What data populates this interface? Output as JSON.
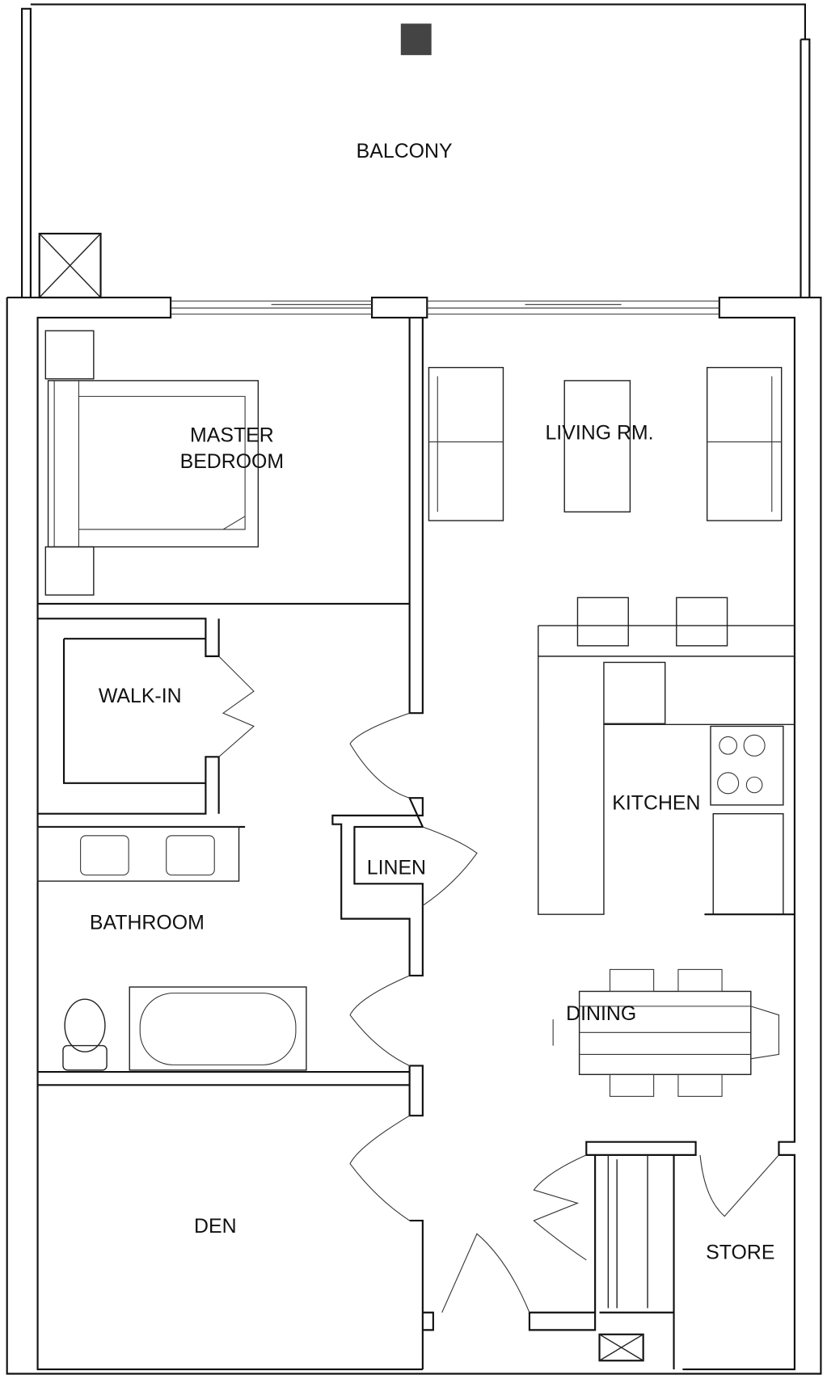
{
  "rooms": {
    "balcony": "BALCONY",
    "master_bedroom_line1": "MASTER",
    "master_bedroom_line2": "BEDROOM",
    "living_room": "LIVING RM.",
    "walk_in": "WALK-IN",
    "kitchen": "KITCHEN",
    "linen": "LINEN",
    "bathroom": "BATHROOM",
    "dining": "DINING",
    "den": "DEN",
    "store": "STORE"
  }
}
